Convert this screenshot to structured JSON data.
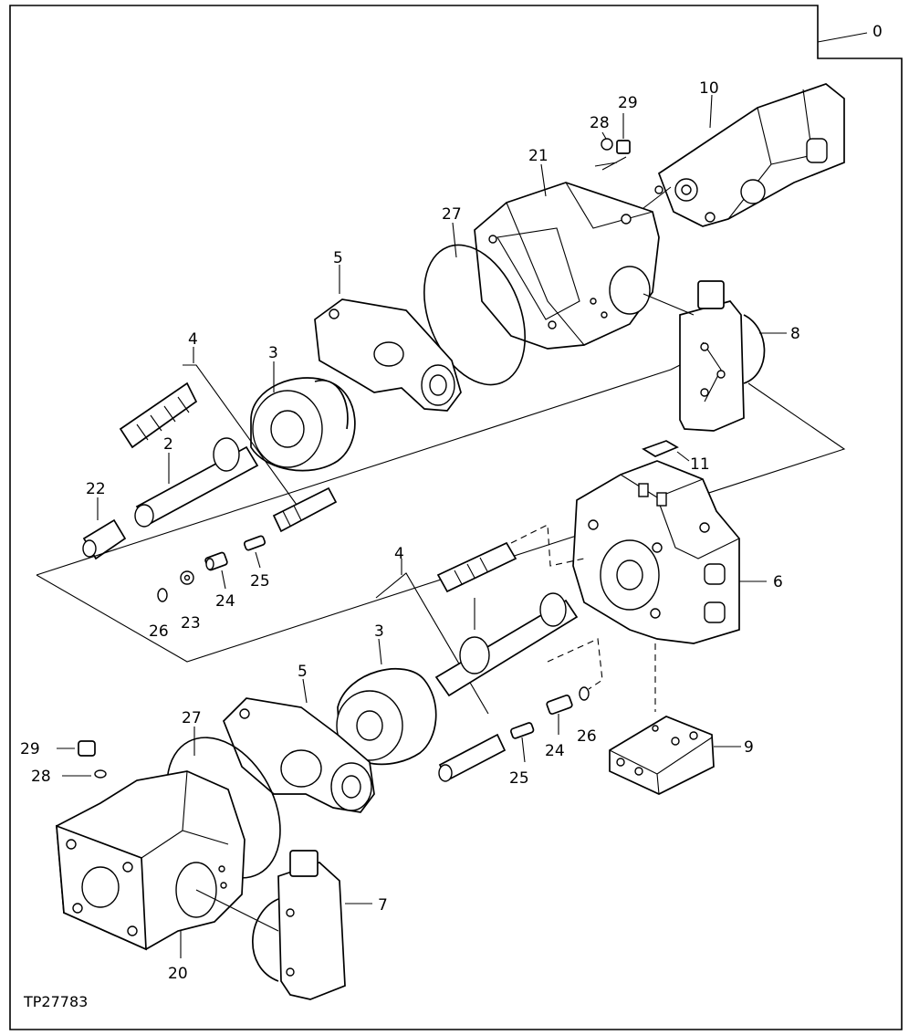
{
  "figure_id": "TP27783",
  "callouts": {
    "c0": "0",
    "c10": "10",
    "c28a": "28",
    "c29a": "29",
    "c21": "21",
    "c27a": "27",
    "c5a": "5",
    "c8": "8",
    "c4a": "4",
    "c3a": "3",
    "c2": "2",
    "c22": "22",
    "c11": "11",
    "c6": "6",
    "c25a": "25",
    "c24a": "24",
    "c23": "23",
    "c26a": "26",
    "c4b": "4",
    "c3b": "3",
    "c5b": "5",
    "c27b": "27",
    "c29b": "29",
    "c28b": "28",
    "c26b": "26",
    "c24b": "24",
    "c25b": "25",
    "c9": "9",
    "c7": "7",
    "c20": "20"
  }
}
